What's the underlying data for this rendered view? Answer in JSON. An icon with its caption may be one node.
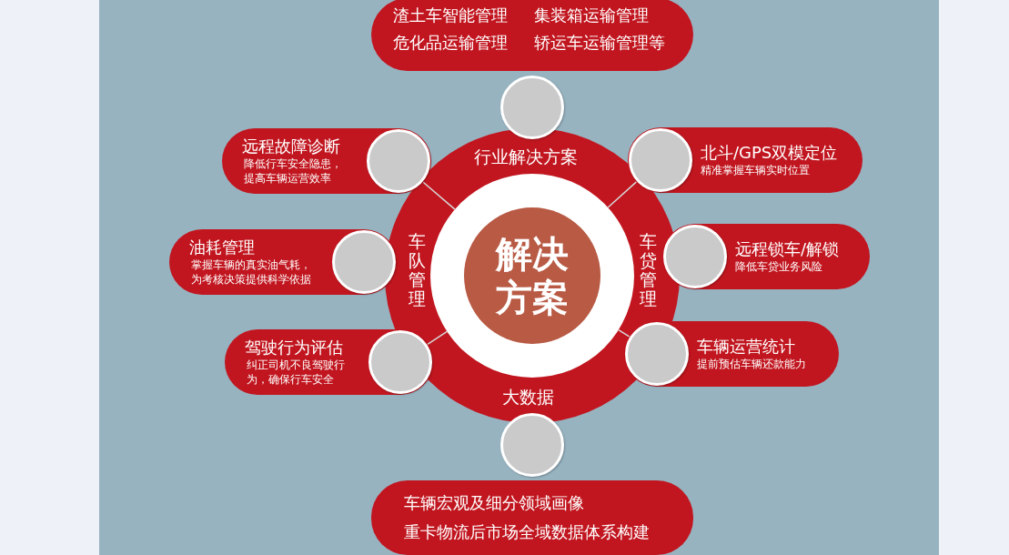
{
  "diagram": {
    "nodes": [
      {
        "text": [
          "行业解决方案",
          "车队管理",
          "车贷管理",
          "大数据"
        ]
      },
      {
        "text": [
          "解决方案"
        ],
        "in": 0
      },
      {
        "text": [
          "渣土车智能管理",
          "集装箱运输管理",
          "危化品运输管理",
          "轿运车运输管理等"
        ]
      },
      {
        "text": [
          "远程故障诊断",
          "降低行车安全隐患，提高车辆运营效率"
        ]
      },
      {
        "text": [
          "北斗/GPS双模定位",
          "精准掌握车辆实时位置"
        ]
      },
      {
        "text": [
          "油耗管理",
          "掌握车辆的真实油气耗，为考核决策提供科学依据"
        ]
      },
      {
        "text": [
          "远程锁车/解锁",
          "降低车贷业务风险"
        ]
      },
      {
        "text": [
          "驾驶行为评估",
          "纠正司机不良驾驶行为，确保行车安全"
        ]
      },
      {
        "text": [
          "车辆运营统计",
          "提前预估车辆还款能力"
        ]
      },
      {
        "text": [
          "车辆宏观及细分领域画像",
          "重卡物流后市场全域数据体系构建"
        ]
      }
    ],
    "edges": [
      {
        "from": 1,
        "to": 3,
        "arrow": "none"
      },
      {
        "from": 1,
        "to": 4,
        "arrow": "none"
      },
      {
        "from": 1,
        "to": 7,
        "arrow": "none"
      },
      {
        "from": 1,
        "to": 8,
        "arrow": "none"
      }
    ]
  }
}
